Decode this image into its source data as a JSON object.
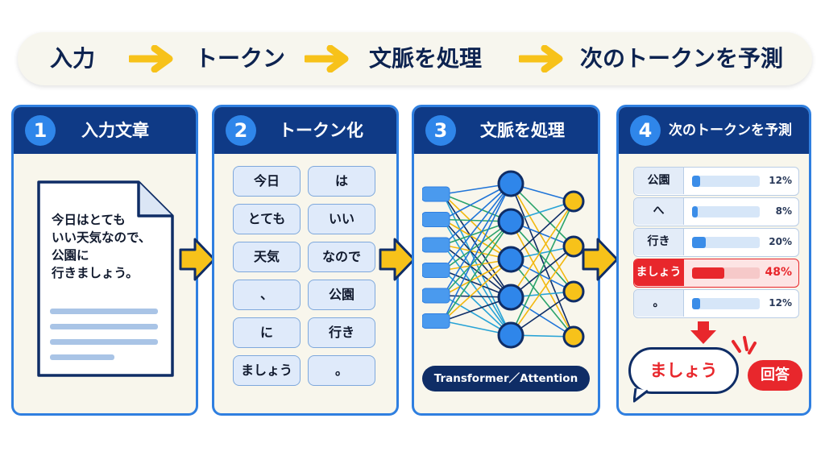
{
  "flow": {
    "steps": [
      "入力",
      "トークン",
      "文脈を処理",
      "次のトークンを予測"
    ],
    "arrow_color": "#f7c21a"
  },
  "panels": [
    {
      "number": "1",
      "title": "入力文章"
    },
    {
      "number": "2",
      "title": "トークン化"
    },
    {
      "number": "3",
      "title": "文脈を処理"
    },
    {
      "number": "4",
      "title": "次のトークンを予測"
    }
  ],
  "document": {
    "lines": [
      "今日はとても",
      "いい天気なので、",
      "公園に",
      "行きましょう。"
    ]
  },
  "tokens": [
    "今日",
    "は",
    "とても",
    "いい",
    "天気",
    "なので",
    "、",
    "公園",
    "に",
    "行き",
    "ましょう",
    "。"
  ],
  "network": {
    "caption": "Transformer／Attention"
  },
  "predictions": [
    {
      "token": "公園",
      "percent": "12%",
      "value": 12,
      "highlight": false
    },
    {
      "token": "へ",
      "percent": "8%",
      "value": 8,
      "highlight": false
    },
    {
      "token": "行き",
      "percent": "20%",
      "value": 20,
      "highlight": false
    },
    {
      "token": "ましょう",
      "percent": "48%",
      "value": 48,
      "highlight": true
    },
    {
      "token": "。",
      "percent": "12%",
      "value": 12,
      "highlight": false
    }
  ],
  "answer": {
    "token": "ましょう",
    "badge": "回答"
  },
  "colors": {
    "navy": "#0f3a86",
    "blue": "#2f7fe0",
    "yellow": "#f7c21a",
    "red": "#e8272c"
  }
}
